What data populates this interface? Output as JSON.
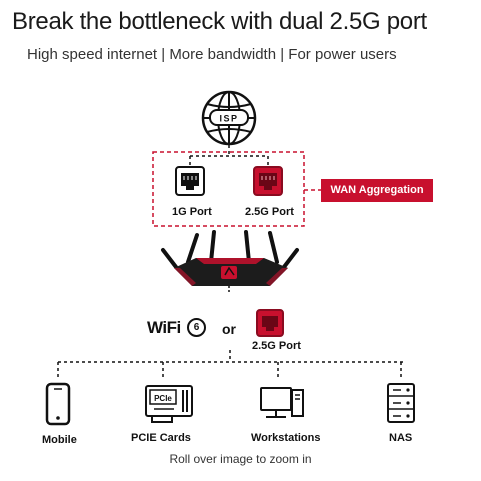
{
  "headline": "Break the bottleneck with dual 2.5G port",
  "subhead": "High speed internet | More bandwidth | For power users",
  "isp_label": "ISP",
  "ports": {
    "port_1g": "1G Port",
    "port_25g": "2.5G Port"
  },
  "wan_tag": "WAN Aggregation",
  "wifi": {
    "text": "WiFi",
    "badge": "6"
  },
  "or_text": "or",
  "lan_port_label": "2.5G Port",
  "devices": [
    {
      "label": "Mobile",
      "icon": "mobile-phone-icon"
    },
    {
      "label": "PCIE Cards",
      "icon": "pcie-card-icon"
    },
    {
      "label": "Workstations",
      "icon": "workstation-icon"
    },
    {
      "label": "NAS",
      "icon": "nas-icon"
    }
  ],
  "pcie_chip_text": "PCIe",
  "caption": "Roll over image to zoom in",
  "colors": {
    "accent": "#c8102e",
    "dark": "#1a1a1a"
  }
}
